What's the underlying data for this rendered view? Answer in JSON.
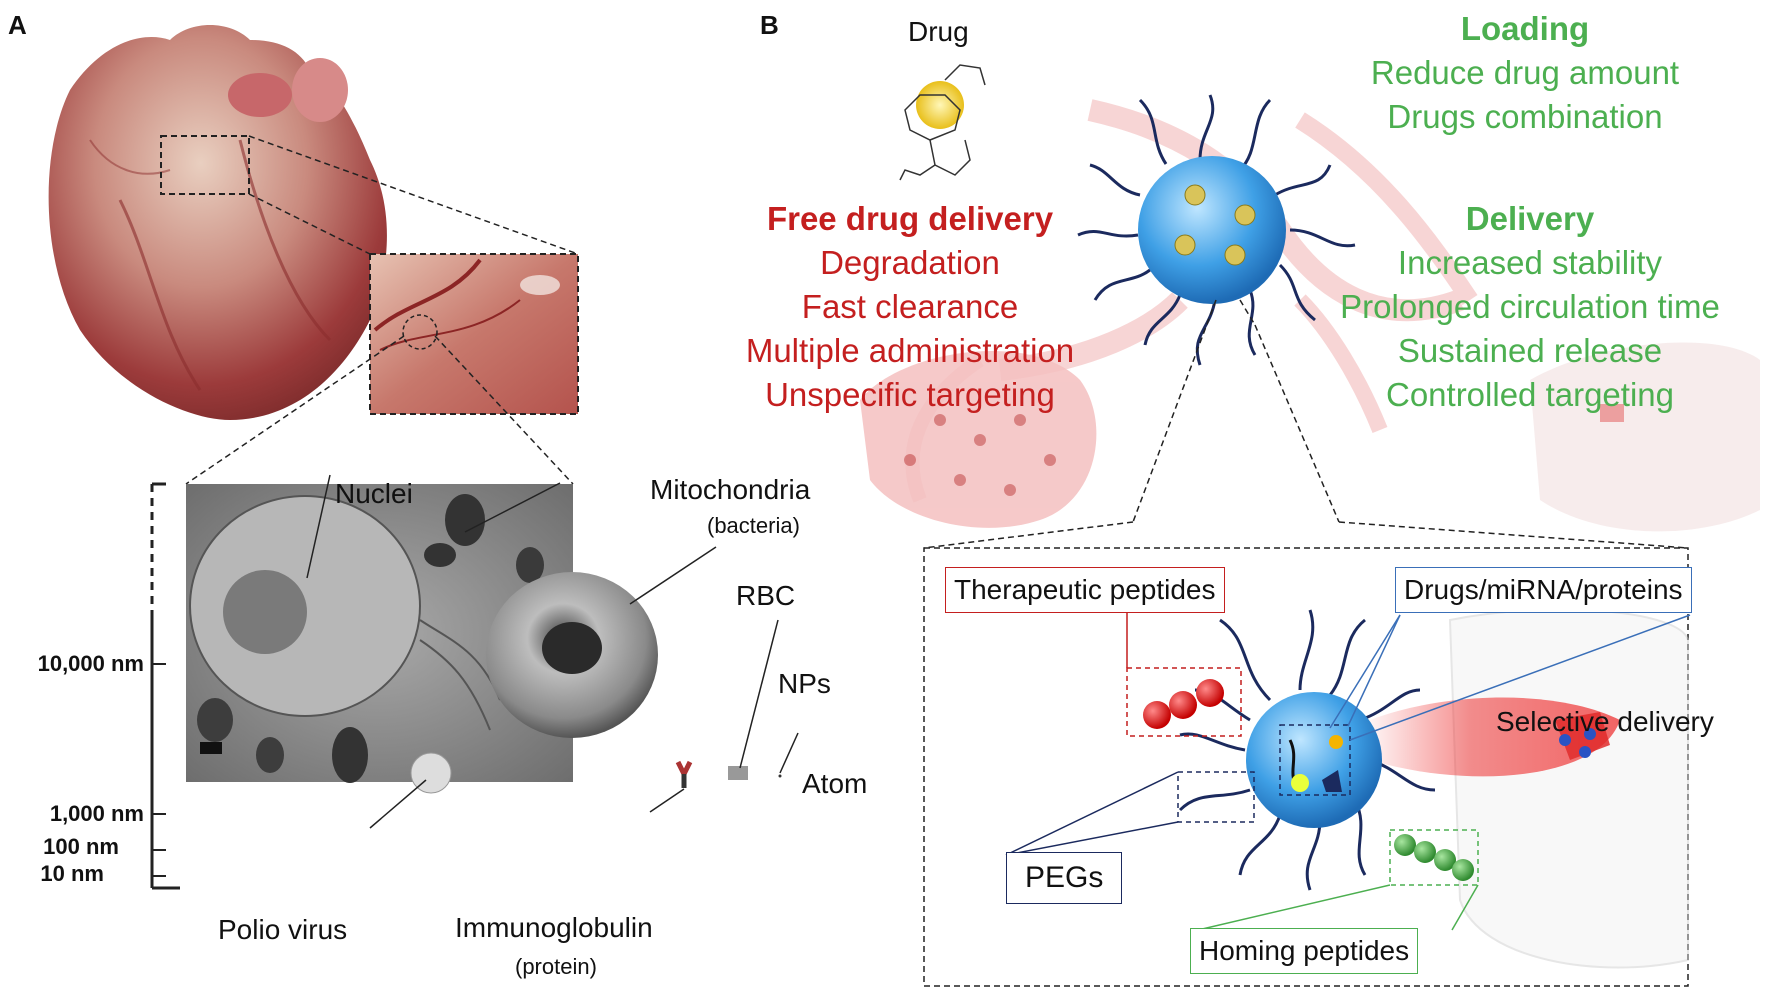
{
  "panelA": {
    "letter": "A",
    "labels": {
      "nuclei": "Nuclei",
      "mitochondria": "Mitochondria",
      "mitochondria_sub": "(bacteria)",
      "rbc": "RBC",
      "nps": "NPs",
      "atom": "Atom",
      "polio": "Polio virus",
      "immunoglobulin": "Immunoglobulin",
      "immunoglobulin_sub": "(protein)"
    },
    "scale": [
      "10,000 nm",
      "1,000 nm",
      "100 nm",
      "10 nm"
    ]
  },
  "panelB": {
    "letter": "B",
    "drug_label": "Drug",
    "free_delivery": {
      "title": "Free drug delivery",
      "items": [
        "Degradation",
        "Fast clearance",
        "Multiple administration",
        "Unspecific targeting"
      ]
    },
    "loading": {
      "title": "Loading",
      "items": [
        "Reduce drug amount",
        "Drugs combination"
      ]
    },
    "delivery": {
      "title": "Delivery",
      "items": [
        "Increased stability",
        "Prolonged circulation time",
        "Sustained release",
        "Controlled targeting"
      ]
    },
    "inset": {
      "therapeutic_peptides": "Therapeutic peptides",
      "drugs_mirna_proteins": "Drugs/miRNA/proteins",
      "selective_delivery": "Selective delivery",
      "pegs": "PEGs",
      "homing_peptides": "Homing peptides"
    },
    "colors": {
      "red": "#c41f1f",
      "green": "#4caf50",
      "navy": "#1b2a5e",
      "nanoparticle": "#4aa8e8"
    }
  }
}
